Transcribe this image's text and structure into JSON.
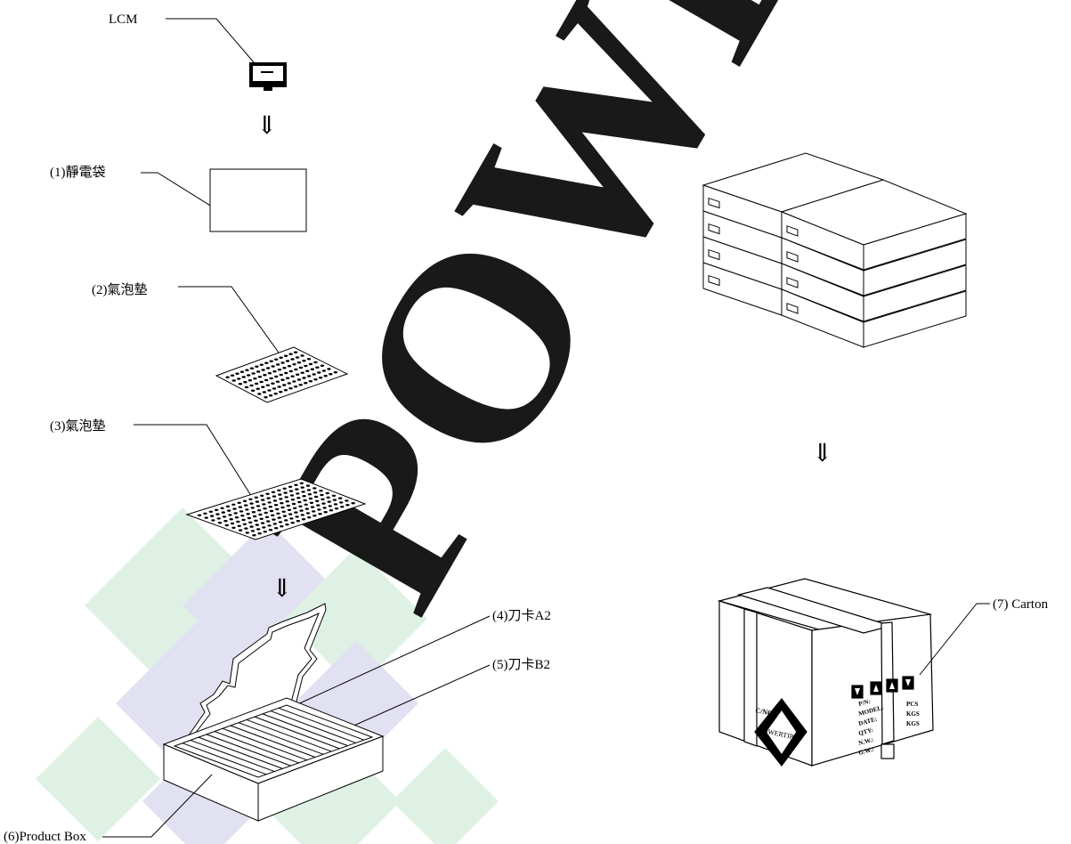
{
  "watermark": {
    "text": "POWERTIP",
    "color": "#d6ecd6"
  },
  "background_tiles": {
    "green": "#d9efe0",
    "lavender": "#dcdcf0",
    "pink": "#f7c9cc"
  },
  "labels": {
    "lcm": "LCM",
    "antistatic_bag": "(1)靜電袋",
    "bubble_pad_2": "(2)氣泡墊",
    "bubble_pad_3": "(3)氣泡墊",
    "partition_a2": "(4)刀卡A2",
    "partition_b2": "(5)刀卡B2",
    "product_box": "(6)Product Box",
    "carton": "(7) Carton"
  },
  "carton_print": {
    "brand": "POWERTIP",
    "lines_left": [
      "P/N:",
      "MODEL:",
      "DATE:",
      "QTY:",
      "N.W.:",
      "G.W.:"
    ],
    "lines_right": [
      "PCS",
      "KGS",
      "KGS"
    ]
  },
  "arrow_glyph": "⇓"
}
